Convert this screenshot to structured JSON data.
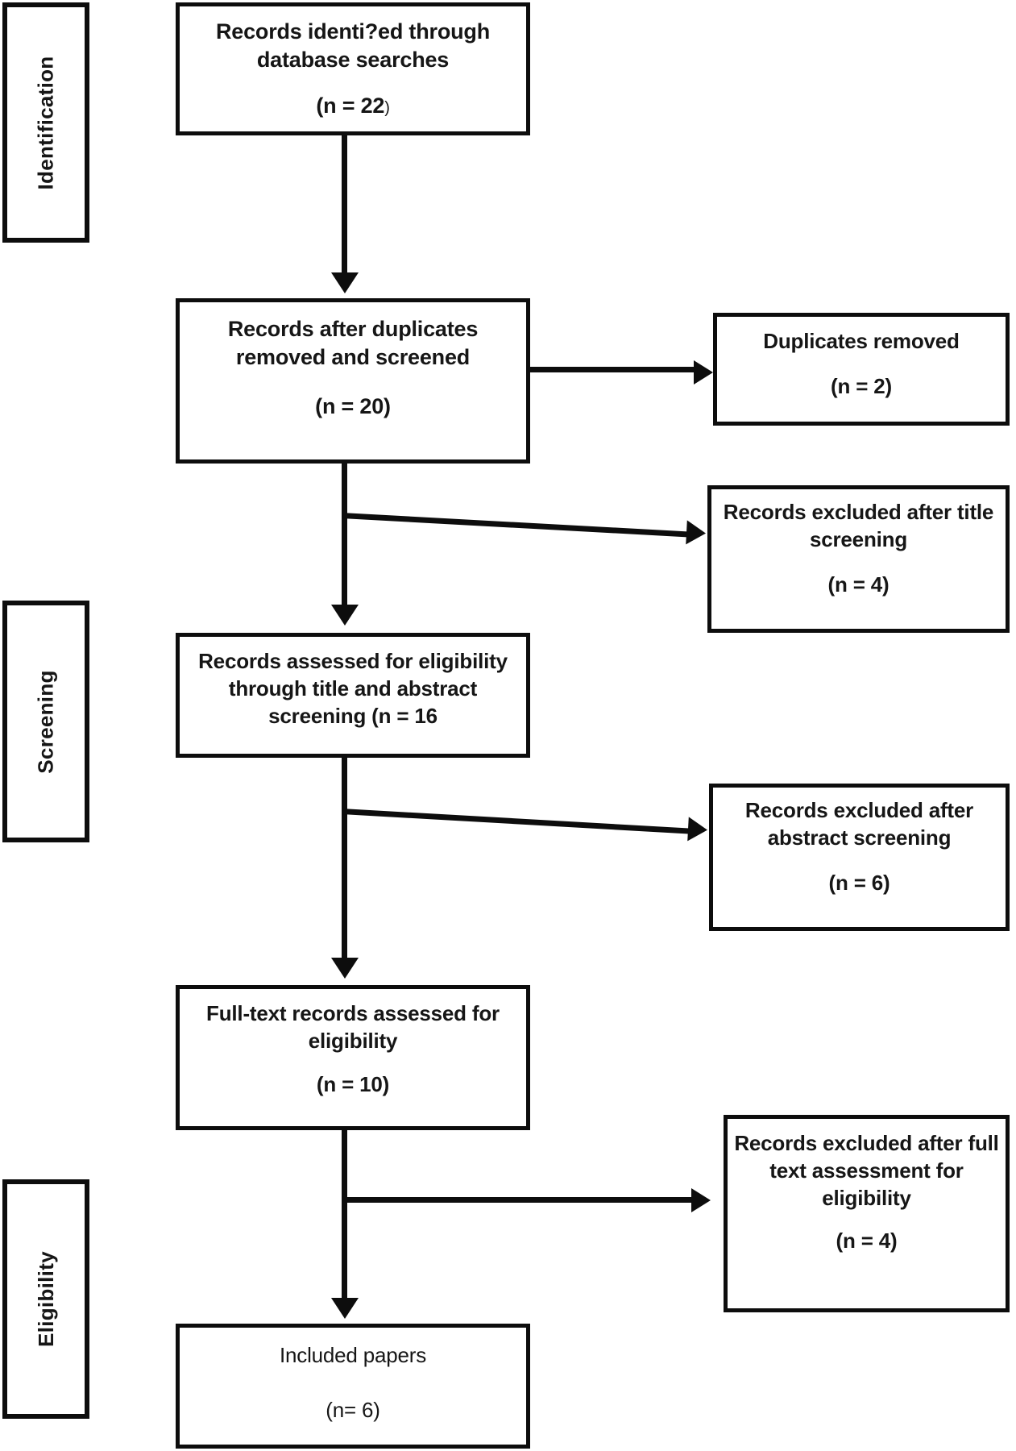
{
  "diagram": {
    "title": "PRISMA flow diagram",
    "type": "flowchart",
    "stroke_color": "#0d0d0d",
    "text_color": "#161616",
    "background": "#ffffff"
  },
  "stages": [
    {
      "id": "identification",
      "label": "Identification"
    },
    {
      "id": "screening",
      "label": "Screening"
    },
    {
      "id": "eligibility",
      "label": "Eligibility"
    }
  ],
  "main_boxes": [
    {
      "id": "records-identified",
      "lines": [
        "Records identi?ed through",
        "database  searches"
      ],
      "count_line": "(n = 22",
      "count_tail": ")",
      "n": 22
    },
    {
      "id": "records-after-duplicates",
      "lines": [
        "Records after duplicates",
        "removed and screened"
      ],
      "count_line": "(n = 20)",
      "n": 20
    },
    {
      "id": "records-assessed-eligibility",
      "lines": [
        "Records assessed for eligibility",
        "through title and  abstract",
        "screening (n = 16"
      ],
      "count_line": "",
      "n": 16
    },
    {
      "id": "full-text-assessed",
      "lines": [
        "Full-text records assessed for",
        "eligibility"
      ],
      "count_line": "(n = 10)",
      "n": 10
    },
    {
      "id": "included-papers",
      "lines": [
        "Included papers"
      ],
      "count_line": "(n= 6)",
      "n": 6
    }
  ],
  "side_boxes": [
    {
      "id": "duplicates-removed",
      "lines": [
        "Duplicates removed"
      ],
      "count_line": "(n = 2)",
      "n": 2
    },
    {
      "id": "excluded-title-screening",
      "lines": [
        "Records excluded after title",
        "screening"
      ],
      "count_line": "(n = 4)",
      "n": 4
    },
    {
      "id": "excluded-abstract-screening",
      "lines": [
        "Records excluded after",
        "abstract screening"
      ],
      "count_line": "(n = 6)",
      "n": 6
    },
    {
      "id": "excluded-full-text",
      "lines": [
        "Records excluded after full",
        "text assessment for",
        "eligibility"
      ],
      "count_line": "(n = 4)",
      "n": 4
    }
  ]
}
